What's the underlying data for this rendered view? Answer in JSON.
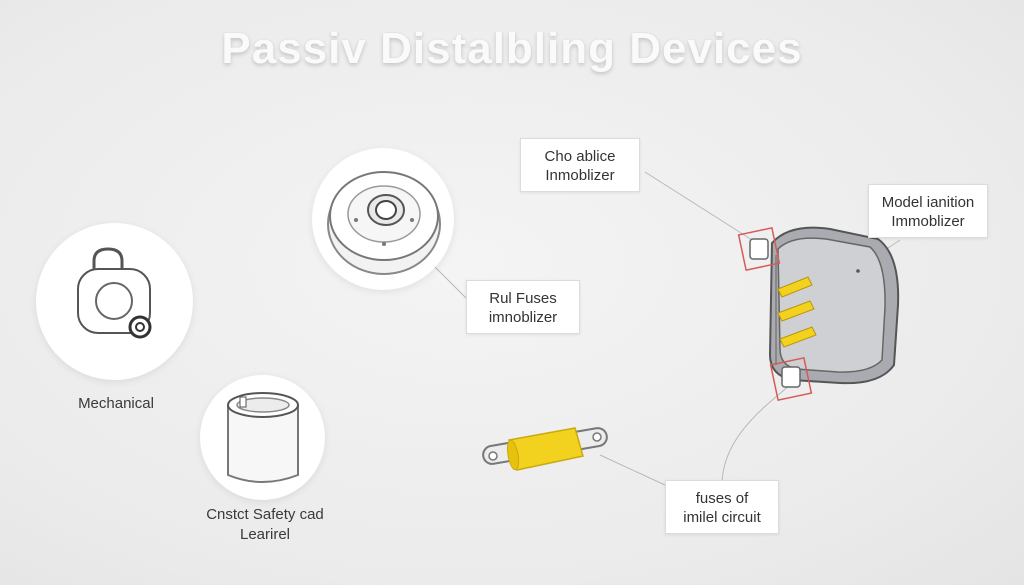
{
  "title": "Passiv  Distalbling Devices",
  "captions": {
    "mechanical": "Mechanical",
    "safety_line1": "Cnstct Safety cad",
    "safety_line2": "Learirel"
  },
  "callouts": {
    "chip_line1": "Cho ablice",
    "chip_line2": "Inmoblizer",
    "fuses_line1": "Rul Fuses",
    "fuses_line2": "imnoblizer",
    "ignition_line1": "Model ianition",
    "ignition_line2": "Immoblizer",
    "circuit_line1": "fuses of",
    "circuit_line2": "imilel circuit"
  },
  "colors": {
    "fuse_yellow": "#f3d21f",
    "marker_red": "#d65a5a",
    "housing_gray": "#a9abb0"
  },
  "icons": {
    "padlock": "padlock-icon",
    "pulley": "pulley-wheel-icon",
    "sleeve": "cylinder-sleeve-icon",
    "fuse": "cartridge-fuse-icon",
    "module": "ignition-module-icon"
  }
}
